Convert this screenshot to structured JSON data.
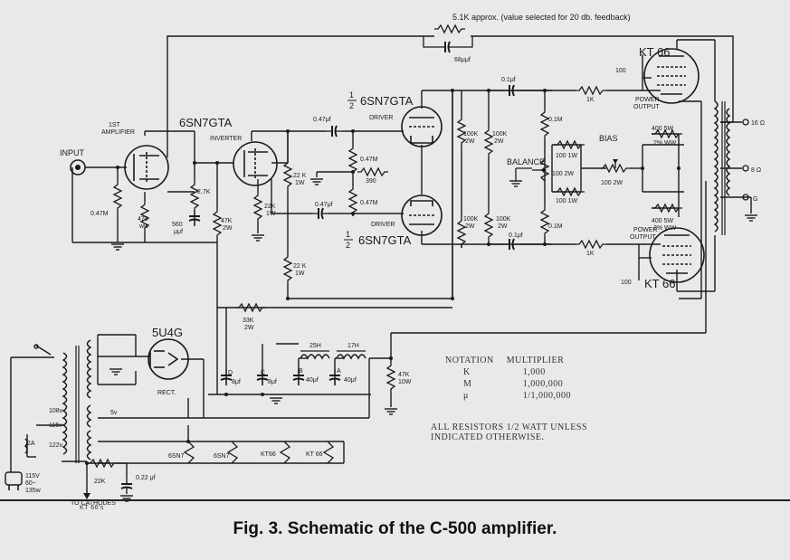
{
  "caption": "Fig. 3. Schematic of the C-500 amplifier.",
  "feedback_note": "5.1K approx. (value selected for 20 db. feedback)",
  "notation": {
    "header_left": "NOTATION",
    "header_right": "MULTIPLIER",
    "rows": [
      {
        "symbol": "K",
        "multiplier": "1,000"
      },
      {
        "symbol": "M",
        "multiplier": "1,000,000"
      },
      {
        "symbol": "μ",
        "multiplier": "1/1,000,000"
      }
    ]
  },
  "resistor_note": [
    "ALL RESISTORS 1/2 WATT UNLESS",
    "INDICATED OTHERWISE."
  ],
  "labels": {
    "input": "INPUT",
    "first_amp": [
      "1ST",
      "AMPLIFIER"
    ],
    "inverter_tube": "6SN7GTA",
    "inverter": "INVERTER",
    "driver_top_tube": "6SN7GTA",
    "half": "1",
    "half_den": "2",
    "driver_top": "DRIVER",
    "driver_bot": "DRIVER",
    "driver_bot_tube": "6SN7GTA",
    "kt66_top": "KT 66",
    "kt66_bot": "KT 66",
    "power_output_top": [
      "POWER",
      "OUTPUT"
    ],
    "power_output_bot": [
      "POWER",
      "OUTPUT"
    ],
    "bias": "BIAS",
    "balance": "BALANCE",
    "rectifier_tube": "5U4G",
    "rect": "RECT.",
    "to_cathodes": [
      "TO CATHODES",
      "KT 66's"
    ],
    "mains": [
      "115V",
      "60~",
      "135w"
    ],
    "fuse": "2A",
    "tap_108": "108v",
    "tap_115": "115v",
    "tap_122": "122v",
    "heater_5v": "5v",
    "heaters": [
      "6SN7",
      "6SN7",
      "KT66",
      "KT 66"
    ],
    "out_16": "16 Ω",
    "out_8": "8 Ω",
    "out_g": "G",
    "choke_25h": "25H",
    "choke_17h": "17H",
    "cap_d": [
      "D",
      "8μf"
    ],
    "cap_c": [
      "C",
      "8μf"
    ],
    "cap_b": [
      "B",
      "40μf"
    ],
    "cap_a": [
      "A",
      "40μf"
    ]
  },
  "components": {
    "r_047m_grid": "0.47M",
    "r_470": [
      "470",
      "ww"
    ],
    "r_27k": "2.7K",
    "c_560": [
      "560",
      "μμf"
    ],
    "r_47k_2w": [
      "47K",
      "2W"
    ],
    "r_22k_1w_a": [
      "22 K",
      "1W"
    ],
    "r_22k_1w_b": [
      "22K",
      "1W"
    ],
    "c_047_top": "0.47μf",
    "c_047_bot": "0.47μf",
    "r_047m_top": "0.47M",
    "r_390": "390",
    "r_047m_bot": "0.47M",
    "r_22k_1w_c": [
      "22 K",
      "1W"
    ],
    "r_33k_2w": [
      "33K",
      "2W"
    ],
    "r_100k_2w": [
      "100K",
      "2W"
    ],
    "r_01m": "0.1M",
    "c_01": "0.1μf",
    "r_1k": "1K",
    "r_100_1w": "100 1W",
    "r_100_2w": "100 2W",
    "r_400_5w": [
      "400 5W",
      "2% WW"
    ],
    "r_100": "100",
    "c_68": "68μμf",
    "r_47k_10w": [
      "47K",
      "10W"
    ],
    "r_22k": "22K",
    "c_022": "0.22 μf"
  },
  "icons": [
    "input-jack-icon",
    "triode-tube-icon",
    "pentode-tube-icon",
    "rectifier-tube-icon",
    "transformer-icon",
    "resistor-icon",
    "capacitor-icon",
    "ground-icon",
    "ac-plug-icon"
  ]
}
